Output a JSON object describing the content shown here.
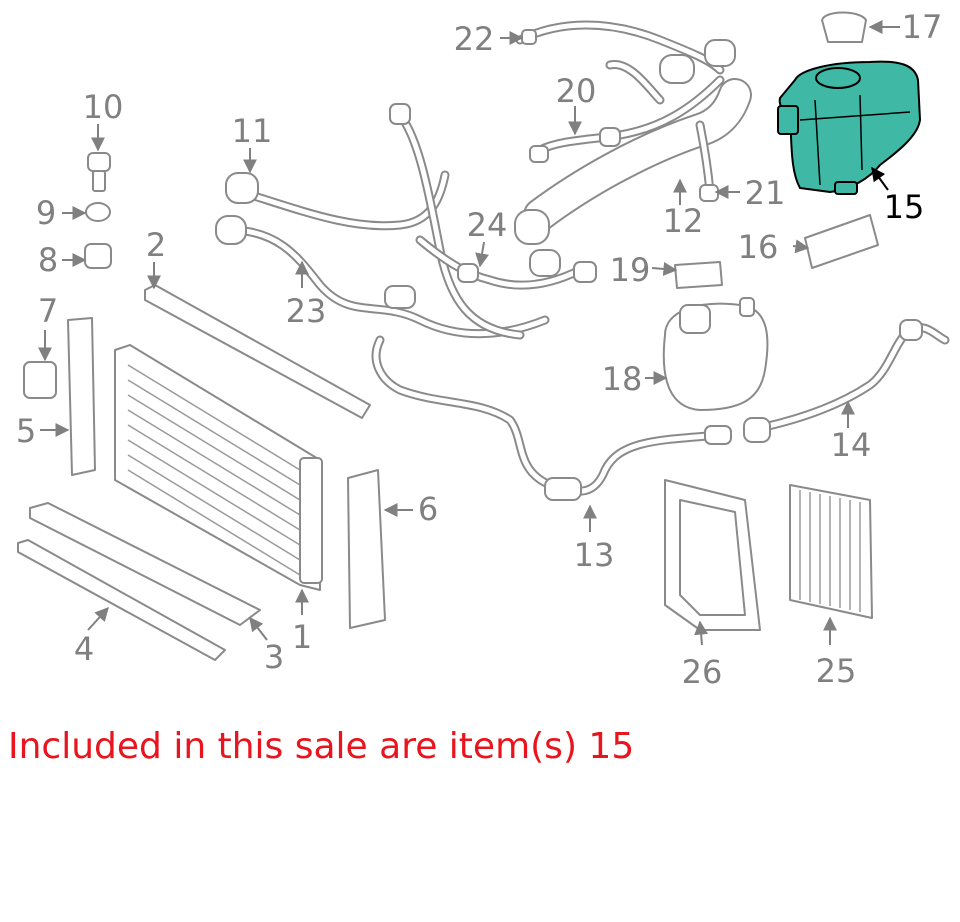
{
  "diagram": {
    "callouts": [
      {
        "number": "1"
      },
      {
        "number": "2"
      },
      {
        "number": "3"
      },
      {
        "number": "4"
      },
      {
        "number": "5"
      },
      {
        "number": "6"
      },
      {
        "number": "7"
      },
      {
        "number": "8"
      },
      {
        "number": "9"
      },
      {
        "number": "10"
      },
      {
        "number": "11"
      },
      {
        "number": "12"
      },
      {
        "number": "13"
      },
      {
        "number": "14"
      },
      {
        "number": "15"
      },
      {
        "number": "16"
      },
      {
        "number": "17"
      },
      {
        "number": "18"
      },
      {
        "number": "19"
      },
      {
        "number": "20"
      },
      {
        "number": "21"
      },
      {
        "number": "22"
      },
      {
        "number": "23"
      },
      {
        "number": "24"
      },
      {
        "number": "25"
      },
      {
        "number": "26"
      }
    ],
    "highlighted_item": "15",
    "highlight_color": "#3fb8a6"
  },
  "sale_note": {
    "text": "Included in this sale are item(s) 15",
    "color": "#e8141e"
  }
}
